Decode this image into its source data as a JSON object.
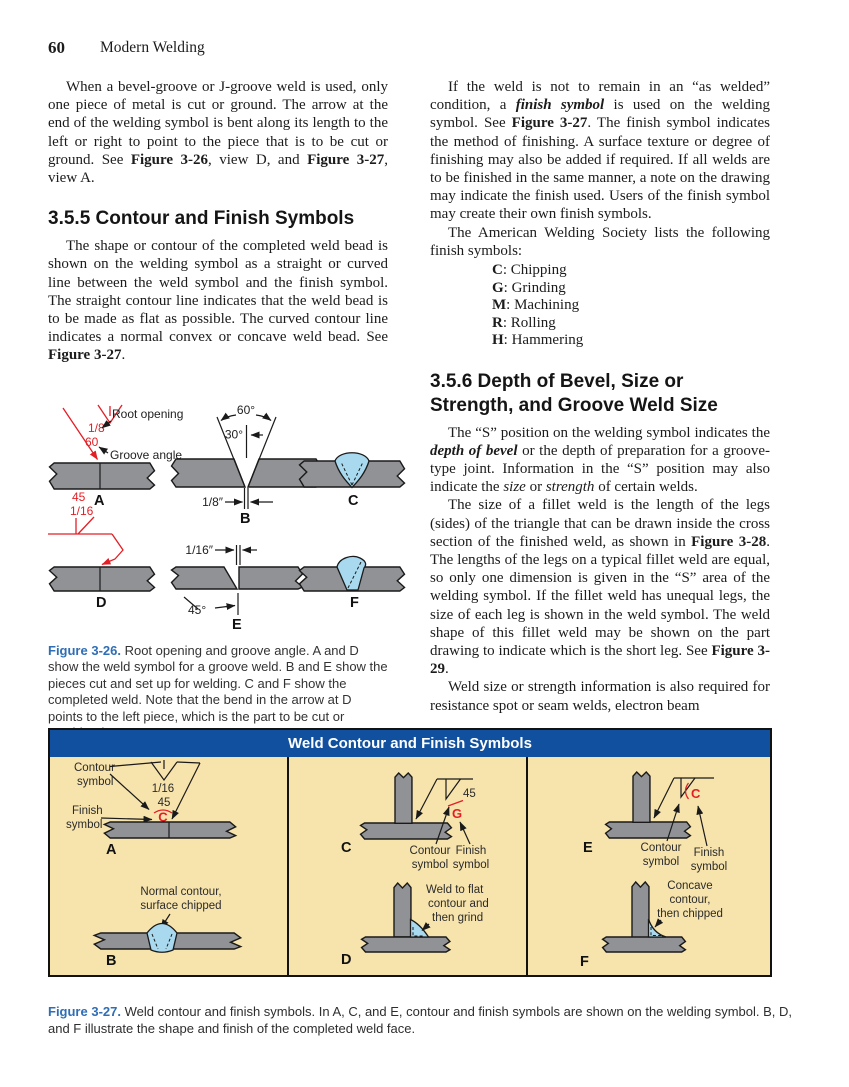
{
  "header": {
    "page_number": "60",
    "book_title": "Modern Welding"
  },
  "left": {
    "p1": [
      "When a bevel-groove or J-groove weld is used, only one piece of metal is cut or ground. The arrow at the end of the welding symbol is bent along its length to the left or right to point to the piece that is to be cut or ground. See ",
      "Figure 3-26",
      ", view D, and ",
      "Figure 3-27",
      ", view A."
    ],
    "h355": "3.5.5 Contour and Finish Symbols",
    "p2": [
      "The shape or contour of the completed weld bead is shown on the welding symbol as a straight or curved line between the weld symbol and the finish symbol. The straight contour line indicates that the weld bead is to be made as flat as possible. The curved contour line indicates a normal convex or concave weld bead. See ",
      "Figure 3-27",
      "."
    ]
  },
  "fig326": {
    "labels": {
      "root_opening": "Root opening",
      "groove_angle": "Groove angle",
      "r18": "1/8",
      "r60": "60",
      "d60": "60°",
      "d30": "30°",
      "g18": "1/8″",
      "r45": "45",
      "r116": "1/16",
      "g116": "1/16″",
      "d45": "45°",
      "va": "A",
      "vb": "B",
      "vc": "C",
      "vd": "D",
      "ve": "E",
      "vf": "F"
    },
    "caption_label": "Figure 3-26.",
    "caption_text": " Root opening and groove angle. A and D show the weld symbol for a groove weld. B and E show the pieces cut and set up for welding. C and F show the completed weld. Note that the bend in the arrow at D points to the left piece, which is the part to be cut or machined."
  },
  "right": {
    "p1": [
      "If the weld is not to remain in an “as welded” condition, a ",
      "finish symbol",
      " is used on the welding symbol. See ",
      "Figure 3-27",
      ". The finish symbol indicates the method of finishing. A surface texture or degree of finishing may also be added if required. If all welds are to be finished in the same manner, a note on the drawing may indicate the finish used. Users of the finish symbol may create their own finish symbols."
    ],
    "p2": "The American Welding Society lists the following finish symbols:",
    "finish_list": [
      {
        "letter": "C",
        "desc": ": Chipping"
      },
      {
        "letter": "G",
        "desc": ": Grinding"
      },
      {
        "letter": "M",
        "desc": ": Machining"
      },
      {
        "letter": "R",
        "desc": ": Rolling"
      },
      {
        "letter": "H",
        "desc": ": Hammering"
      }
    ],
    "h356": "3.5.6 Depth of Bevel, Size or Strength, and Groove Weld Size",
    "p3": [
      "The “S” position on the welding symbol indicates the ",
      "depth of bevel",
      " or the depth of preparation for a groove-type joint. Information in the “S” position may also indicate the ",
      "size",
      " or ",
      "strength",
      " of certain welds."
    ],
    "p4": [
      "The size of a fillet weld is the length of the legs (sides) of the triangle that can be drawn inside the cross section of the finished weld, as shown in ",
      "Figure 3-28",
      ". The lengths of the legs on a typical fillet weld are equal, so only one dimension is given in the “S” area of the welding symbol. If the fillet weld has unequal legs, the size of each leg is shown in the weld symbol. The weld shape of this fillet weld may be shown on the part drawing to indicate which is the short leg. See ",
      "Figure 3-29",
      "."
    ],
    "p5": "Weld size or strength information is also required for resistance spot or seam welds, electron beam"
  },
  "fig327": {
    "title": "Weld Contour and Finish Symbols",
    "p1": {
      "contour1": "Contour",
      "contour2": "symbol",
      "finish1": "Finish",
      "finish2": "symbol",
      "n116": "1/16",
      "n45": "45",
      "c": "C",
      "view": "A",
      "b1": "Normal contour,",
      "b2": "surface chipped",
      "viewb": "B"
    },
    "p2": {
      "n45": "45",
      "g": "G",
      "contour1": "Contour",
      "contour2": "symbol",
      "finish1": "Finish",
      "finish2": "symbol",
      "view": "C",
      "d1": "Weld to flat",
      "d2": "contour and",
      "d3": "then grind",
      "viewd": "D"
    },
    "p3": {
      "c": "C",
      "contour1": "Contour",
      "contour2": "symbol",
      "finish1": "Finish",
      "finish2": "symbol",
      "view": "E",
      "f1": "Concave",
      "f2": "contour,",
      "f3": "then chipped",
      "viewf": "F"
    },
    "caption_label": "Figure 3-27.",
    "caption_text": " Weld contour and finish symbols. In A, C, and E, contour and finish symbols are shown on the welding symbol. B, D, and F illustrate the shape and finish of the completed weld face."
  },
  "colors": {
    "accent_blue": "#10509E",
    "panel_tan": "#F7E3AC",
    "metal_gray": "#909295",
    "weld_blue": "#A8D9EE",
    "symbol_red": "#E31E25",
    "caption_blue": "#2F6EB5"
  }
}
